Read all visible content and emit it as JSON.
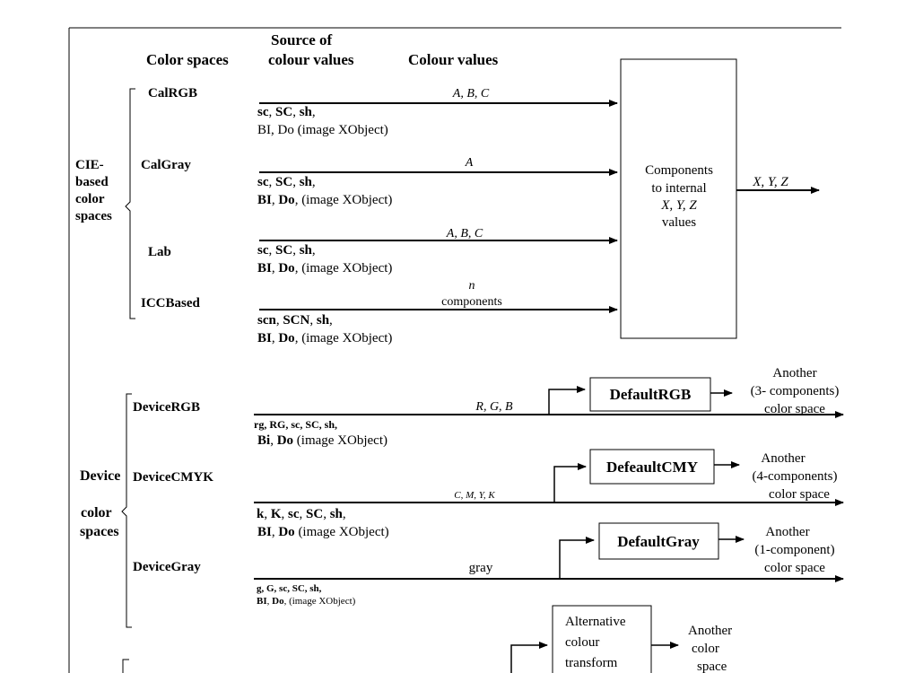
{
  "headers": {
    "color_spaces": "Color spaces",
    "source_line1": "Source of",
    "source_line2": "colour  values",
    "colour_values": "Colour values"
  },
  "cie": {
    "group_label": [
      "CIE-",
      "based",
      "color",
      "spaces"
    ],
    "rows": [
      {
        "name": "CalRGB",
        "value": "A, B, C",
        "src_line1": [
          "sc",
          ", ",
          "SC",
          ", ",
          "sh",
          ","
        ],
        "src_line2": "BI, Do (image XObject)"
      },
      {
        "name": "CalGray",
        "value": "A",
        "src_line1": [
          "sc",
          ", ",
          "SC",
          ", ",
          "sh",
          ","
        ],
        "src_line2": [
          "BI",
          ", ",
          "Do",
          ", (image XObject)"
        ]
      },
      {
        "name": "Lab",
        "value": "A, B, C",
        "src_line1": [
          "sc",
          ", ",
          "SC",
          ", ",
          "sh",
          ","
        ],
        "src_line2": [
          "BI",
          ", ",
          "Do",
          ", (image XObject)"
        ]
      },
      {
        "name": "ICCBased",
        "value_line1": "n",
        "value_line2": "components",
        "src_line1": [
          "scn",
          ", ",
          "SCN",
          ", ",
          "sh",
          ","
        ],
        "src_line2": [
          "BI",
          ",  ",
          "Do",
          ", (image XObject)"
        ]
      }
    ],
    "box_lines": [
      "Components",
      "to internal",
      "X, Y, Z",
      "values"
    ],
    "output": "X, Y, Z"
  },
  "device": {
    "group_label": [
      "Device",
      "color",
      "spaces"
    ],
    "rows": [
      {
        "name": "DeviceRGB",
        "value": "R, G, B",
        "src_line1": "rg, RG, sc, SC, sh,",
        "src_line2": [
          "Bi",
          ", ",
          "Do",
          " (image XObject)"
        ],
        "default_box": "DefaultRGB",
        "another": [
          "Another",
          "(3- components)",
          "color space"
        ]
      },
      {
        "name": "DeviceCMYK",
        "value": "C, M, Y, K",
        "src_line1": [
          "k",
          ", ",
          "K",
          ", ",
          "sc",
          ", ",
          "SC",
          ", ",
          "sh",
          ","
        ],
        "src_line2": [
          "BI",
          ", ",
          "Do",
          " (image XObject)"
        ],
        "default_box": "DefeaultCMY",
        "another": [
          "Another",
          "(4-components)",
          "color space"
        ]
      },
      {
        "name": "DeviceGray",
        "value": "gray",
        "src_line1": "g, G, sc, SC, sh,",
        "src_line2": [
          "BI",
          ", ",
          "Do",
          ", (image XObject)"
        ],
        "default_box": "DefaultGray",
        "another": [
          "Another",
          "(1-component)",
          "color space"
        ]
      }
    ]
  },
  "bottom": {
    "box_lines": [
      "Alternative",
      "colour",
      "transform"
    ],
    "another": [
      "Another",
      "color",
      "space"
    ]
  }
}
